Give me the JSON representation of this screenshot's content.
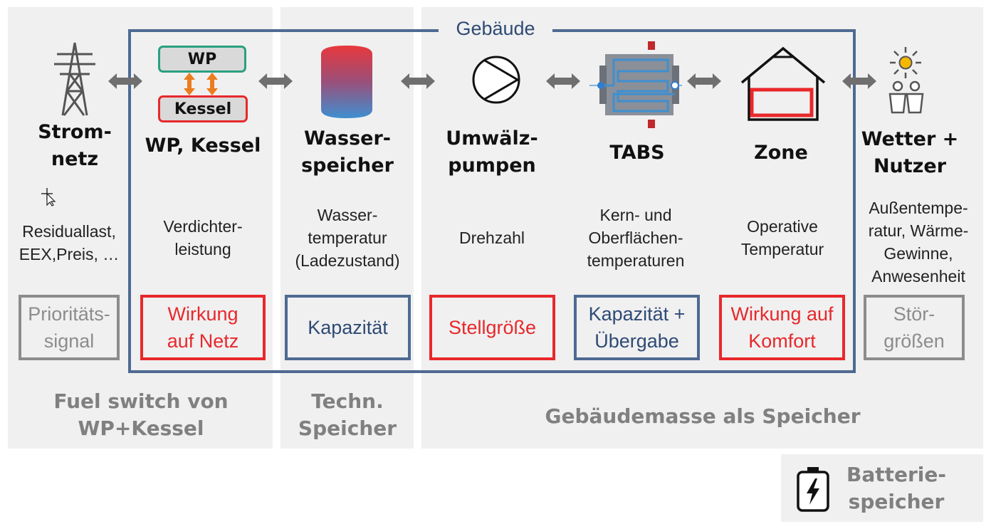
{
  "frame": {
    "label": "Gebäude"
  },
  "columns": [
    {
      "id": "stromnetz",
      "title": "Strom-\nnetz",
      "desc": "Residuallast,\nEEX,Preis, …",
      "box": "Prioritäts-\nsignal"
    },
    {
      "id": "wp-kessel",
      "title": "WP, Kessel",
      "desc": "Verdichter-\nleistung",
      "box": "Wirkung\nauf Netz"
    },
    {
      "id": "wasserspeicher",
      "title": "Wasser-\nspeicher",
      "desc": "Wasser-\ntemperatur\n(Ladezustand)",
      "box": "Kapazität"
    },
    {
      "id": "umwaelzpumpen",
      "title": "Umwälz-\npumpen",
      "desc": "Drehzahl",
      "box": "Stellgröße"
    },
    {
      "id": "tabs",
      "title": "TABS",
      "desc": "Kern- und\nOberflächen-\ntemperaturen",
      "box": "Kapazität +\nÜbergabe"
    },
    {
      "id": "zone",
      "title": "Zone",
      "desc": "Operative\nTemperatur",
      "box": "Wirkung auf\nKomfort"
    },
    {
      "id": "wetter-nutzer",
      "title": "Wetter +\nNutzer",
      "desc": "Außentempe-\nratur, Wärme-\nGewinne,\nAnwesenheit",
      "box": "Stör-\ngrößen"
    }
  ],
  "wp_icon": {
    "top": "WP",
    "bottom": "Kessel"
  },
  "sections": {
    "fuel_switch": "Fuel switch von\nWP+Kessel",
    "techn": "Techn.\nSpeicher",
    "gebaeudemasse": "Gebäudemasse als Speicher"
  },
  "legend": {
    "label": "Batterie-\nspeicher"
  },
  "colors": {
    "red": "#e8282b",
    "blue": "#4e6a92",
    "gray": "#8c8c8c",
    "panel": "#f0f0f0"
  },
  "icons": [
    "power-tower-icon",
    "wp-kessel-icon",
    "water-tank-icon",
    "pump-icon",
    "tabs-icon",
    "house-icon",
    "sun-icon",
    "people-icon",
    "battery-icon",
    "bidirectional-arrow-icon"
  ]
}
